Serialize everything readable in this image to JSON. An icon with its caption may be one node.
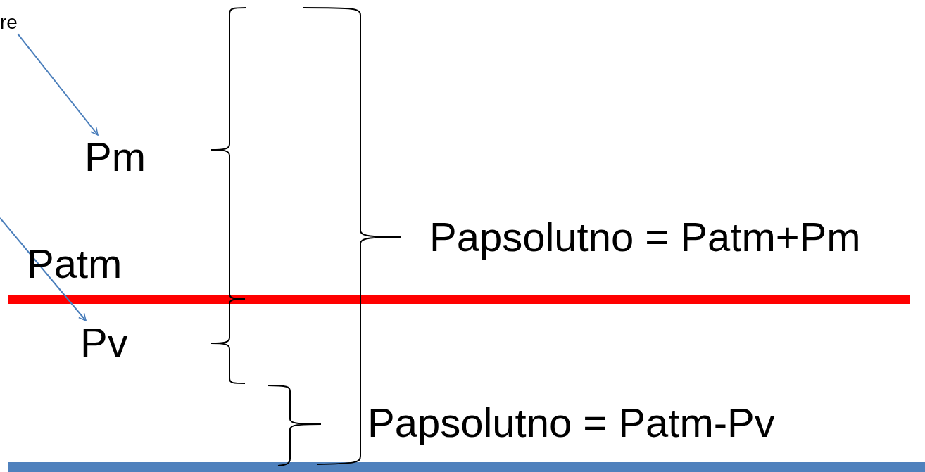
{
  "diagram": {
    "nodes": [
      {
        "text": [
          "re"
        ]
      },
      {
        "text": [
          "Pm"
        ]
      },
      {
        "text": [
          "Pv"
        ]
      }
    ],
    "edges": [
      {
        "from": 0,
        "to": 1,
        "arrow": "to"
      },
      {
        "from": null,
        "to": 2,
        "arrow": "to"
      }
    ],
    "labels": [
      "Patm",
      "Papsolutno = Patm+Pm",
      "Papsolutno = Patm-Pv"
    ]
  }
}
